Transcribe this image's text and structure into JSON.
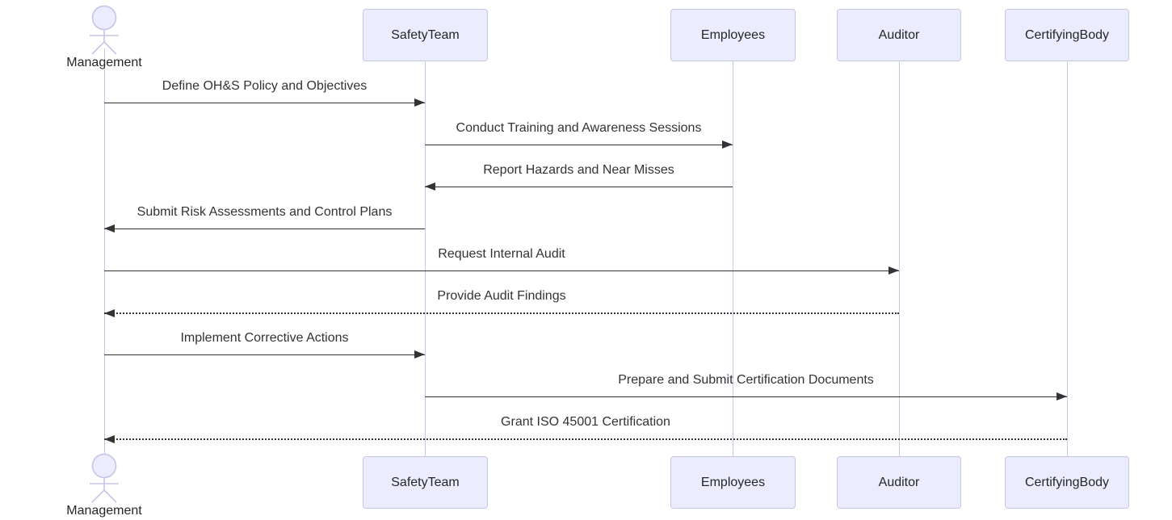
{
  "diagram": {
    "type": "uml-sequence-diagram",
    "actors": [
      {
        "id": "management",
        "label": "Management",
        "kind": "actor"
      },
      {
        "id": "safetyteam",
        "label": "SafetyTeam",
        "kind": "participant"
      },
      {
        "id": "employees",
        "label": "Employees",
        "kind": "participant"
      },
      {
        "id": "auditor",
        "label": "Auditor",
        "kind": "participant"
      },
      {
        "id": "certifyingbody",
        "label": "CertifyingBody",
        "kind": "participant"
      }
    ],
    "messages": [
      {
        "from": "Management",
        "to": "SafetyTeam",
        "label": "Define OH&S Policy and Objectives",
        "style": "solid"
      },
      {
        "from": "SafetyTeam",
        "to": "Employees",
        "label": "Conduct Training and Awareness Sessions",
        "style": "solid"
      },
      {
        "from": "Employees",
        "to": "SafetyTeam",
        "label": "Report Hazards and Near Misses",
        "style": "solid"
      },
      {
        "from": "SafetyTeam",
        "to": "Management",
        "label": "Submit Risk Assessments and Control Plans",
        "style": "solid"
      },
      {
        "from": "Management",
        "to": "Auditor",
        "label": "Request Internal Audit",
        "style": "solid"
      },
      {
        "from": "Auditor",
        "to": "Management",
        "label": "Provide Audit Findings",
        "style": "dotted"
      },
      {
        "from": "Management",
        "to": "SafetyTeam",
        "label": "Implement Corrective Actions",
        "style": "solid"
      },
      {
        "from": "SafetyTeam",
        "to": "CertifyingBody",
        "label": "Prepare and Submit Certification Documents",
        "style": "solid"
      },
      {
        "from": "CertifyingBody",
        "to": "Management",
        "label": "Grant ISO 45001 Certification",
        "style": "dotted"
      }
    ]
  },
  "theme": {
    "box_fill": "#ECECFF",
    "box_border": "#c5c5e6",
    "lifeline_color": "#c9c9e8",
    "arrow_color": "#333333",
    "text_color": "#262626",
    "background": "#ffffff"
  }
}
